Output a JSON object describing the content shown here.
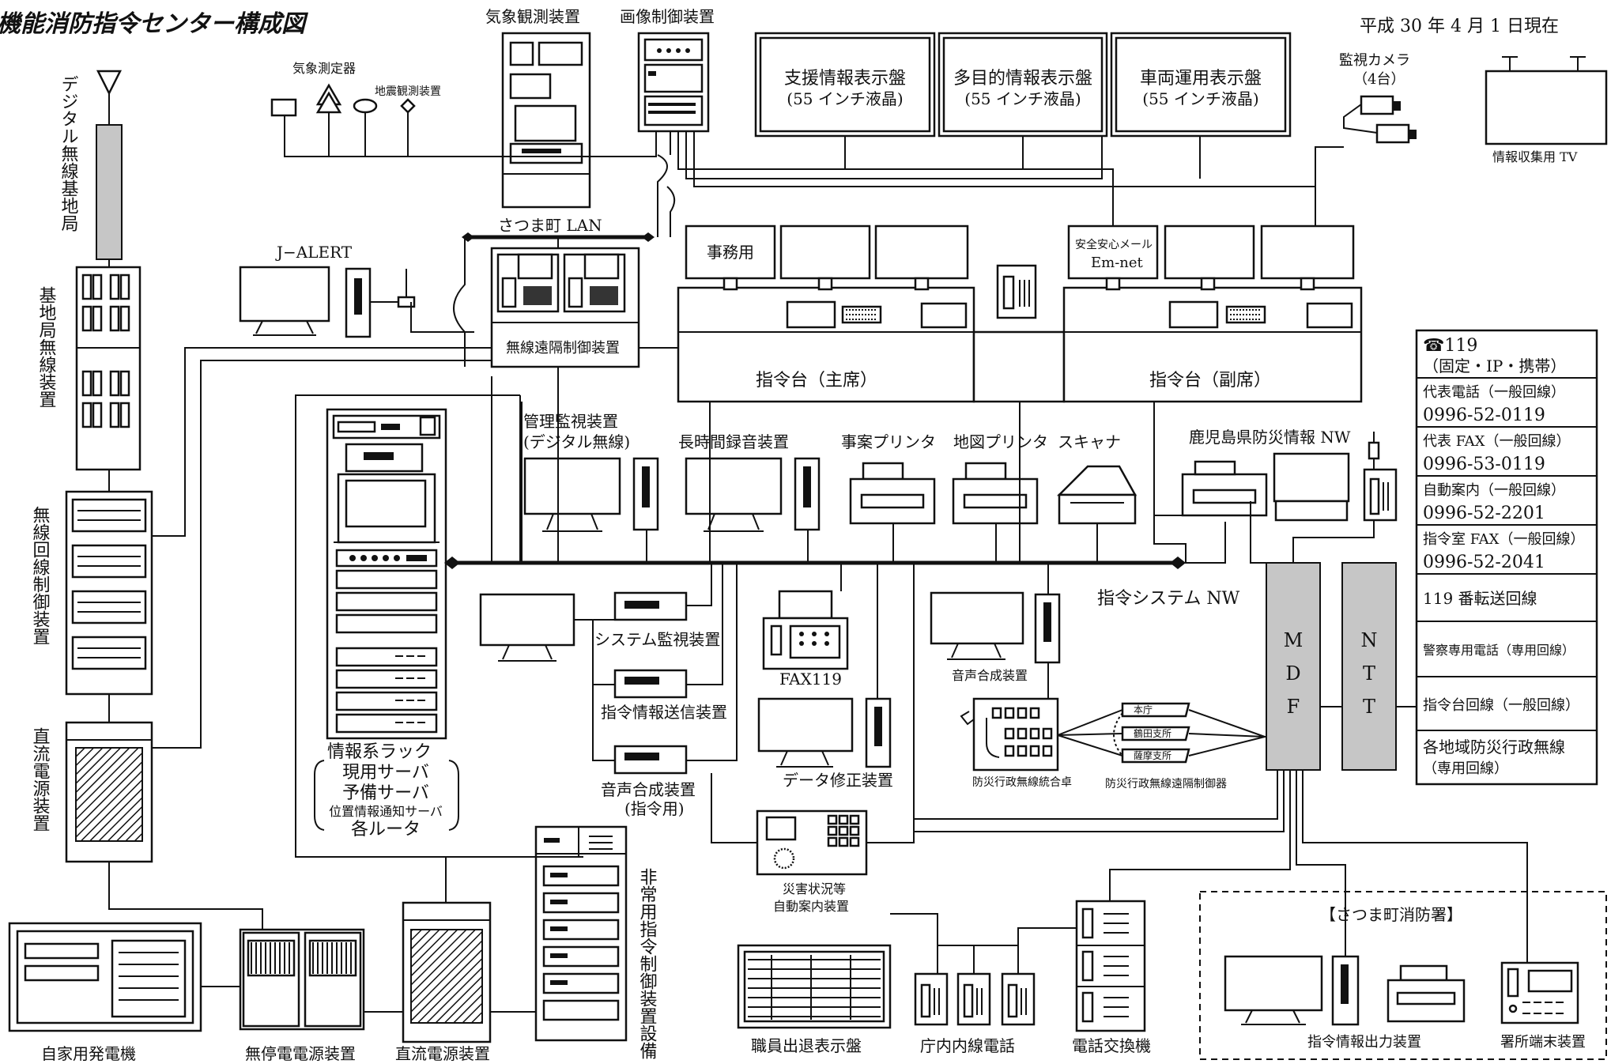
{
  "header": {
    "title": "機能消防指令センター構成図",
    "date": "平成 30 年 4 月 1 日現在"
  },
  "top": {
    "weather_station": "気象観測装置",
    "image_control": "画像制御装置",
    "weather_meter": "気象測定器",
    "seismic": "地震観測装置",
    "camera": "監視カメラ",
    "camera_count": "（4台）",
    "tv": "情報収集用 TV"
  },
  "displays": [
    {
      "name": "支援情報表示盤",
      "spec": "(55 インチ液晶)"
    },
    {
      "name": "多目的情報表示盤",
      "spec": "(55 インチ液晶)"
    },
    {
      "name": "車両運用表示盤",
      "spec": "(55 インチ液晶)"
    }
  ],
  "left": {
    "antenna": "デジタル無線基地局",
    "base_radio": "基地局無線装置",
    "line_control": "無線回線制御装置",
    "dc_power": "直流電源装置",
    "generator": "自家用発電機",
    "ups": "無停電電源装置",
    "dc_power2": "直流電源装置"
  },
  "middle": {
    "lan": "さつま町 LAN",
    "jalert": "J−ALERT",
    "remote_control": "無線遠隔制御装置",
    "monitor_digital_1": "管理監視装置",
    "monitor_digital_2": "(デジタル無線)",
    "long_recorder": "長時間録音装置",
    "case_printer": "事案プリンタ",
    "map_printer": "地図プリンタ",
    "scanner": "スキャナ",
    "kagoshima_nw": "鹿児島県防災情報 NW",
    "command_nw": "指令システム NW",
    "system_monitor": "システム監視装置",
    "command_send": "指令情報送信装置",
    "voice_synth_1": "音声合成装置",
    "voice_synth_2": "(指令用)",
    "fax": "FAX119",
    "data_fix": "データ修正装置",
    "voice_synth_small": "音声合成装置",
    "disaster_radio": "防災行政無線統合卓",
    "disaster_remote": "防災行政無線遠隔制御器",
    "hq": "本庁",
    "tsuruta": "鶴田支所",
    "satsuma_branch": "薩摩支所",
    "auto_guide_1": "災害状況等",
    "auto_guide_2": "自動案内装置",
    "emergency_1": "非常用指令制御装置設備"
  },
  "rack": {
    "title": "情報系ラック",
    "items": [
      "現用サーバ",
      "予備サーバ",
      "位置情報通知サーバ",
      "各ルータ"
    ]
  },
  "consoles": {
    "office": "事務用",
    "mail_1": "安全安心メール",
    "mail_2": "Em-net",
    "main": "指令台（主席）",
    "sub": "指令台（副席）"
  },
  "right": {
    "mdf": [
      "M",
      "D",
      "F"
    ],
    "ntt": [
      "N",
      "T",
      "T"
    ],
    "lines": [
      {
        "label": "☎119",
        "sub": "（固定・IP・携帯）"
      },
      {
        "label": "代表電話（一般回線）",
        "sub": "0996-52-0119"
      },
      {
        "label": "代表 FAX（一般回線）",
        "sub": "0996-53-0119"
      },
      {
        "label": "自動案内（一般回線）",
        "sub": "0996-52-2201"
      },
      {
        "label": "指令室 FAX（一般回線）",
        "sub": "0996-52-2041"
      },
      {
        "label": "119 番転送回線",
        "sub": ""
      },
      {
        "label": "警察専用電話（専用回線）",
        "sub": ""
      },
      {
        "label": "指令台回線（一般回線）",
        "sub": ""
      },
      {
        "label": "各地域防災行政無線",
        "sub": "（専用回線）"
      }
    ]
  },
  "bottom": {
    "staff_board": "職員出退表示盤",
    "internal_phone": "庁内内線電話",
    "exchange": "電話交換機",
    "station": "【さつま町消防署】",
    "output": "指令情報出力装置",
    "terminal": "署所端末装置"
  }
}
